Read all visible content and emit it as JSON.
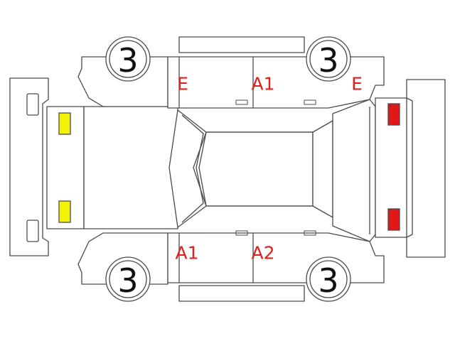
{
  "colors": {
    "outline": "#4a4a4a",
    "mark_text": "#e0201c",
    "front_lamp": "#f2f20a",
    "rear_lamp": "#e01818"
  },
  "tires": {
    "front_left": "3",
    "rear_left": "3",
    "front_right": "3",
    "rear_right": "3"
  },
  "marks": {
    "left_front_fender": "E",
    "left_rear_door": "A1",
    "left_rear_fender": "E",
    "right_front_door": "A1",
    "right_rear_door": "A2"
  }
}
